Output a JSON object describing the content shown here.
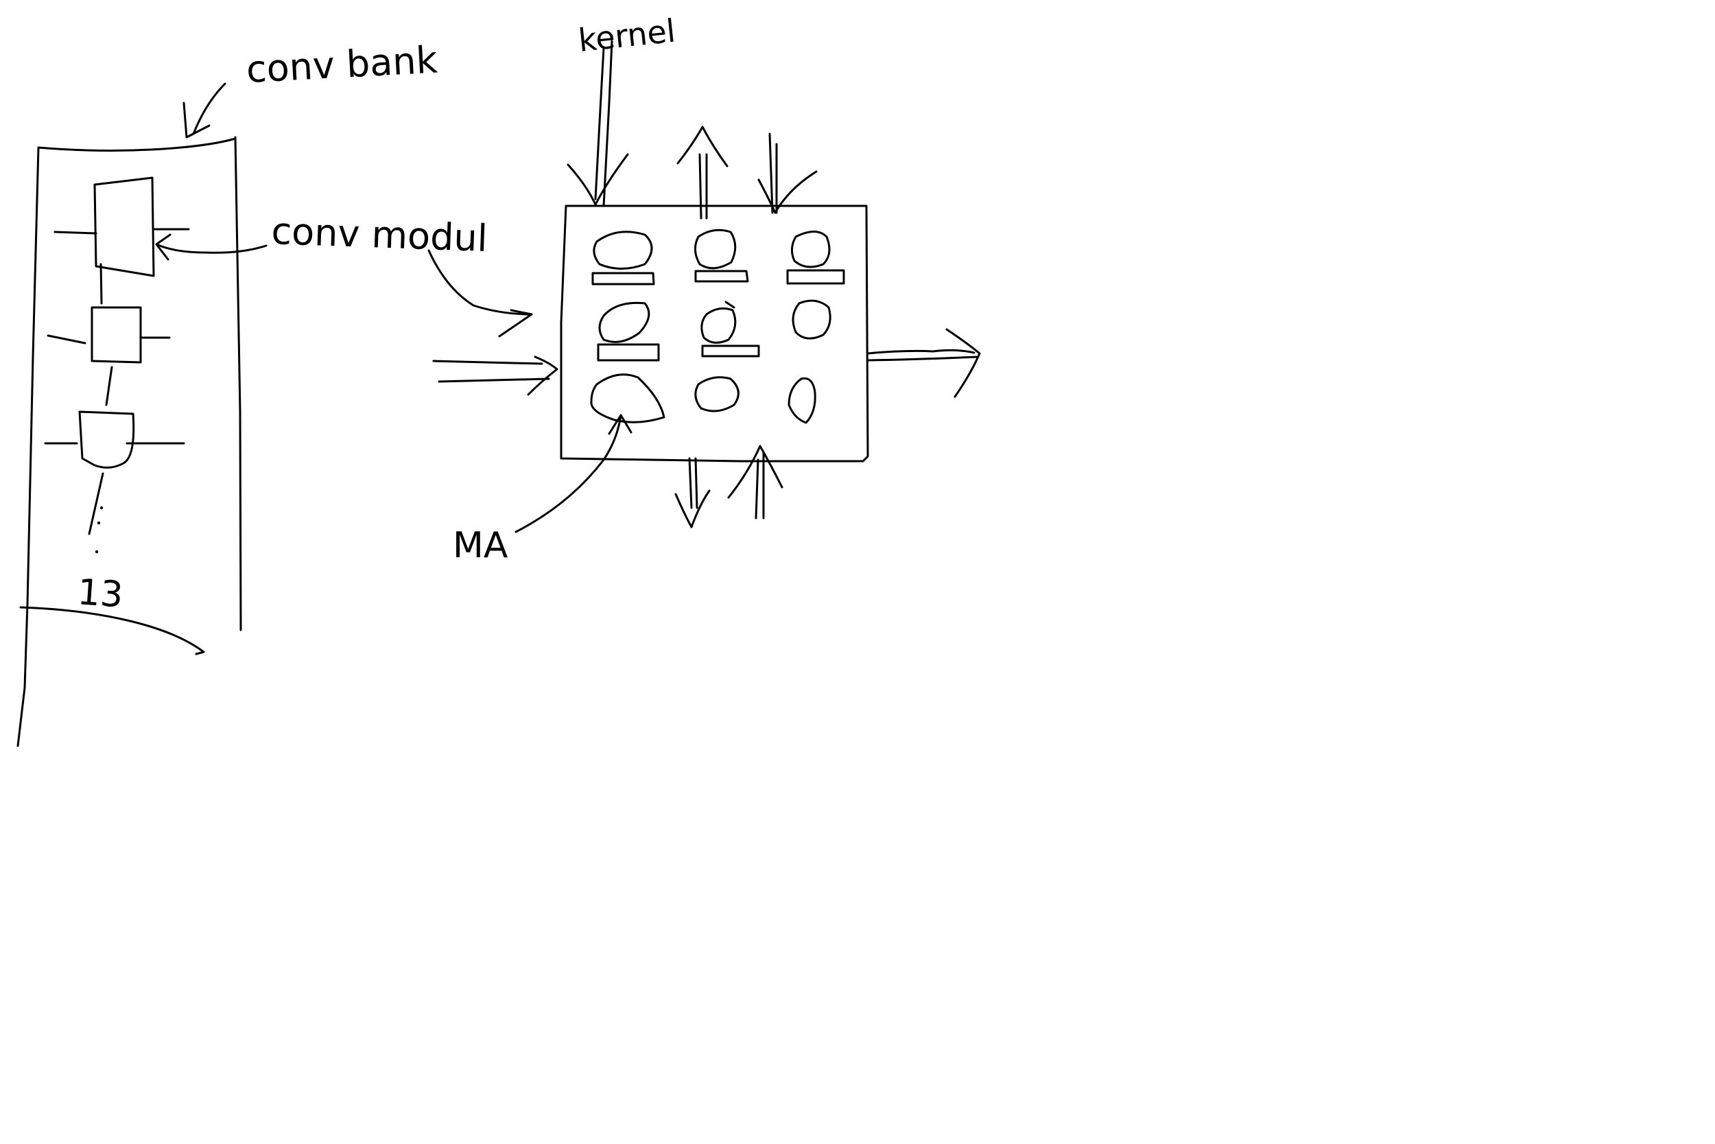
{
  "labels": {
    "conv_bank": "conv bank",
    "conv_module": "conv modul",
    "kernel": "kernel",
    "ma": "MA",
    "count": "13"
  },
  "colors": {
    "background": "#ffffff",
    "ink": "#000000"
  }
}
